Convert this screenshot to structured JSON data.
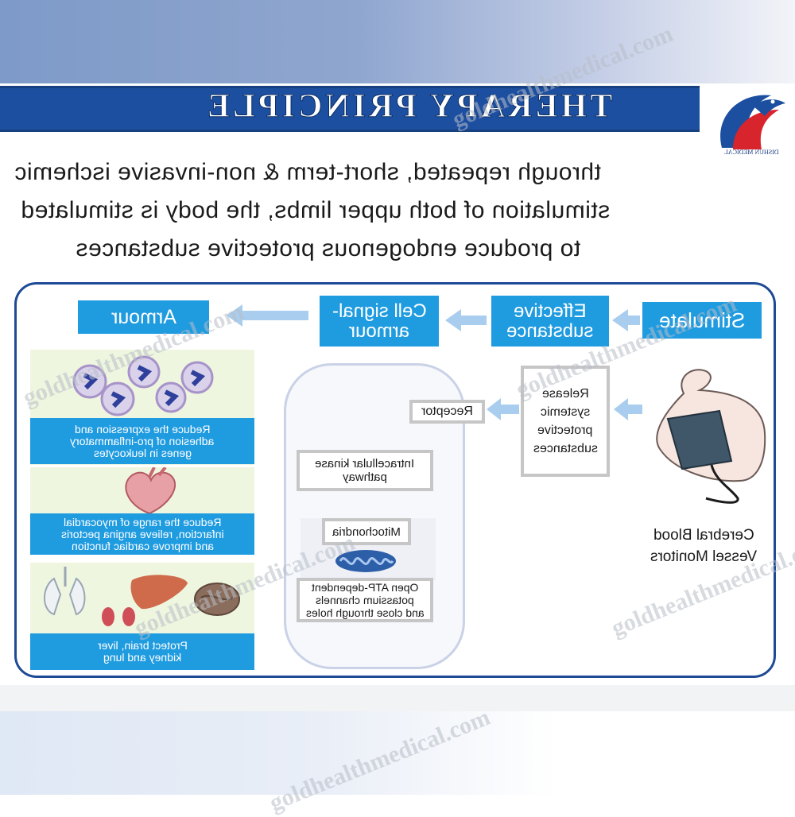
{
  "header": {
    "title": "THERAPY PRINCIPLE",
    "logo_text": "DISHUN MEDICAL"
  },
  "intro": {
    "lines": [
      "through repeated, short-term & non-invasive ischemic",
      "stimulation of both upper limbs, the body is stimulated",
      "to produce endogenous protective substances"
    ]
  },
  "flow": {
    "stimulate": "Stimulate",
    "effective_substance": [
      "Effective",
      "substance"
    ],
    "cell_signal_armour": [
      "Cell signal-",
      "armour"
    ],
    "armour": "Armour",
    "release": [
      "Release",
      "systemic",
      "protective",
      "substances"
    ],
    "receptor": "Receptor",
    "kinase": [
      "Intracellular kinase",
      "pathway"
    ],
    "mitochondria": "Mitochondria",
    "atp": [
      "Open ATP-dependent",
      "potassium channels",
      "and close through holes"
    ]
  },
  "effects": [
    [
      "Reduce the expression and",
      "adhesion of pro-inflammatory",
      "genes in leukocytes"
    ],
    [
      "Reduce the range of myocardial",
      "infarction, relieve angina pectoris",
      "and improve cardiac function"
    ],
    [
      "Protect brain, liver",
      "kidney and lung"
    ]
  ],
  "device_label": [
    "Cerebral Blood",
    "Vessel Monitors"
  ],
  "watermark": "goldhealthmedical.com",
  "colors": {
    "title_bar": "#1d4fa0",
    "box_blue": "#1f9be0",
    "frame": "#1e4a96",
    "arrow": "#a9cdee",
    "panel": "#eef6df"
  }
}
